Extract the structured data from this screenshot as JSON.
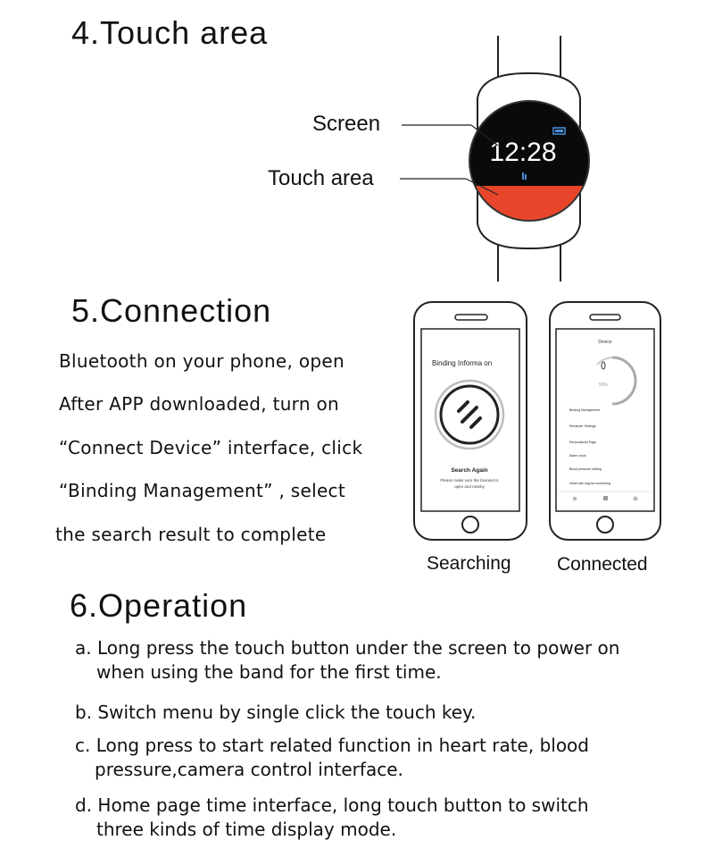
{
  "touch_area": {
    "heading": "4.Touch area",
    "screen_label": "Screen",
    "touch_label": "Touch  area",
    "watch_time": "12:28"
  },
  "connection": {
    "heading": "5.Connection",
    "lines": [
      "Bluetooth  on  your  phone,  open",
      "After APP downloaded, turn on",
      "“Connect Device”  interface, click",
      "“Binding Management” ,  select",
      "the  search  result  to  complete"
    ],
    "phone_searching": {
      "screen_title": "Binding Informa on",
      "action": "Search Again",
      "note_line1": "Please make sure the bracelet is",
      "note_line2": "open and nearby",
      "caption": "Searching"
    },
    "phone_connected": {
      "header": "Device",
      "percent": "55%",
      "items": [
        "Binding Management",
        "Reminder Settings",
        "Personalized Page",
        "Alarm clock",
        "Blood pressure setting",
        "Heart rate regular monitoring"
      ],
      "caption": "Connected"
    }
  },
  "operation": {
    "heading": "6.Operation",
    "items": [
      {
        "l1": "a. Long press the touch button under the screen to power on",
        "l2": "when using the band for the first time."
      },
      {
        "l1": "b. Switch menu by single click the touch key.",
        "l2": ""
      },
      {
        "l1": "c. Long press to start related function in heart rate, blood",
        "l2": "pressure,camera control interface."
      },
      {
        "l1": "d. Home page time interface, long touch button to switch",
        "l2": "three kinds of time display mode."
      }
    ]
  },
  "colors": {
    "touch_area": "#e8462a",
    "screen_bg": "#0a0a0a",
    "bt_icon": "#4a8fd8"
  }
}
